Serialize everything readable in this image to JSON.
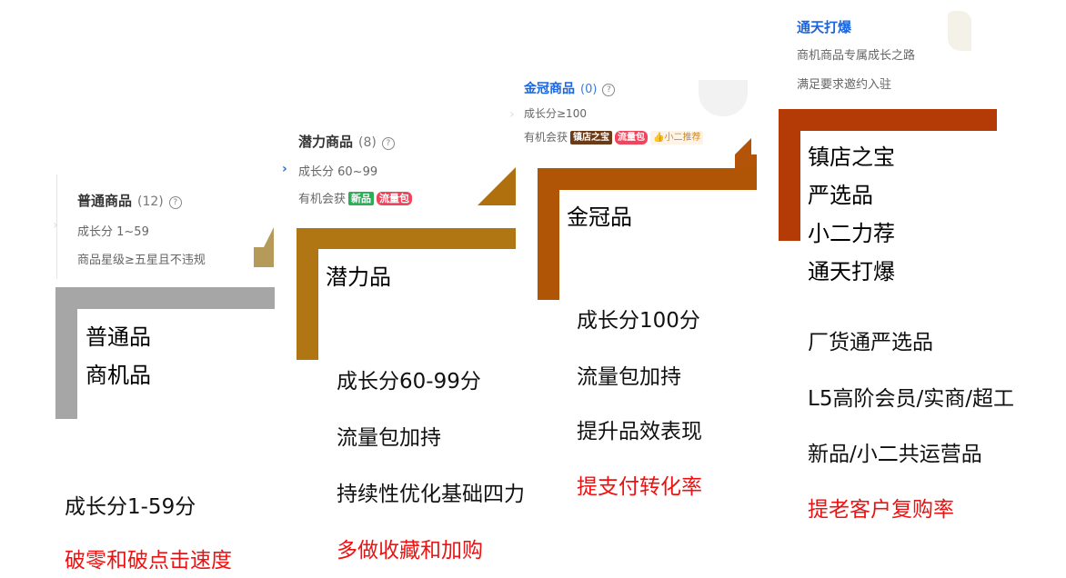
{
  "tiers": [
    {
      "id": "normal",
      "card": {
        "title": "普通商品",
        "count": "(12)",
        "help_icon": "?",
        "line1": "成长分 1~59",
        "line2": "商品星级≥五星且不违规"
      },
      "step_color": "#a6a6a6",
      "labels": [
        "普通品",
        "商机品"
      ],
      "details": [
        "成长分1-59分"
      ],
      "highlight": "破零和破点击速度"
    },
    {
      "id": "potential",
      "card": {
        "title": "潜力商品",
        "count": "(8)",
        "help_icon": "?",
        "line1": "成长分 60~99",
        "line2_prefix": "有机会获",
        "badges": [
          {
            "text": "新品",
            "color": "#2fae5a"
          },
          {
            "text": "流量包",
            "color": "#f2445c"
          }
        ]
      },
      "step_color": "#b07614",
      "labels": [
        "潜力品"
      ],
      "details": [
        "成长分60-99分",
        "流量包加持",
        "持续性优化基础四力"
      ],
      "highlight": "多做收藏和加购"
    },
    {
      "id": "crown",
      "card": {
        "title": "金冠商品",
        "count": "(0)",
        "help_icon": "?",
        "line1": "成长分≥100",
        "line2_prefix": "有机会获",
        "badges": [
          {
            "text": "镇店之宝",
            "color": "#6b3a16"
          },
          {
            "text": "流量包",
            "color": "#f2445c"
          }
        ],
        "recommend": "小二推荐"
      },
      "step_color": "#b05406",
      "labels": [
        "金冠品"
      ],
      "details": [
        "成长分100分",
        "流量包加持",
        "提升品效表现"
      ],
      "highlight": "提支付转化率"
    },
    {
      "id": "top",
      "card": {
        "title": "通天打爆",
        "line1": "商机商品专属成长之路",
        "line2": "满足要求邀约入驻"
      },
      "step_color": "#b43a06",
      "labels": [
        "镇店之宝",
        "严选品",
        "小二力荐",
        "通天打爆"
      ],
      "details": [
        "厂货通严选品",
        "L5高阶会员/实商/超工",
        "新品/小二共运营品"
      ],
      "highlight": "提老客户复购率"
    }
  ],
  "colors": {
    "title_blue": "#1a66e0",
    "highlight_red": "#ee1111"
  }
}
